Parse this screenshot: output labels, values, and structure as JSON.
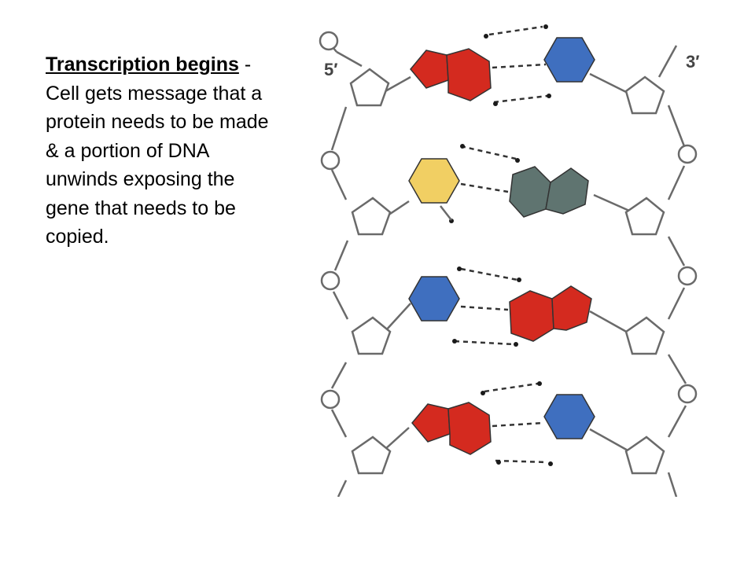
{
  "text": {
    "heading": "Transcription begins",
    "separator": " - ",
    "body": "Cell gets message that a protein needs to be made & a portion of DNA unwinds exposing the gene that needs to be copied."
  },
  "diagram": {
    "label_left": "5′",
    "label_right": "3′",
    "colors": {
      "backbone": "#6a6a6a",
      "red": "#d42a1f",
      "blue": "#3f6fbf",
      "yellow": "#f1cf63",
      "gray": "#5f7470",
      "dot": "#1a1a1a"
    },
    "base_pairs": [
      {
        "left": "red-purine",
        "right": "blue-pyrimidine"
      },
      {
        "left": "yellow-pyrimidine",
        "right": "gray-purine"
      },
      {
        "left": "blue-pyrimidine",
        "right": "red-purine"
      },
      {
        "left": "red-purine",
        "right": "blue-pyrimidine"
      }
    ]
  }
}
